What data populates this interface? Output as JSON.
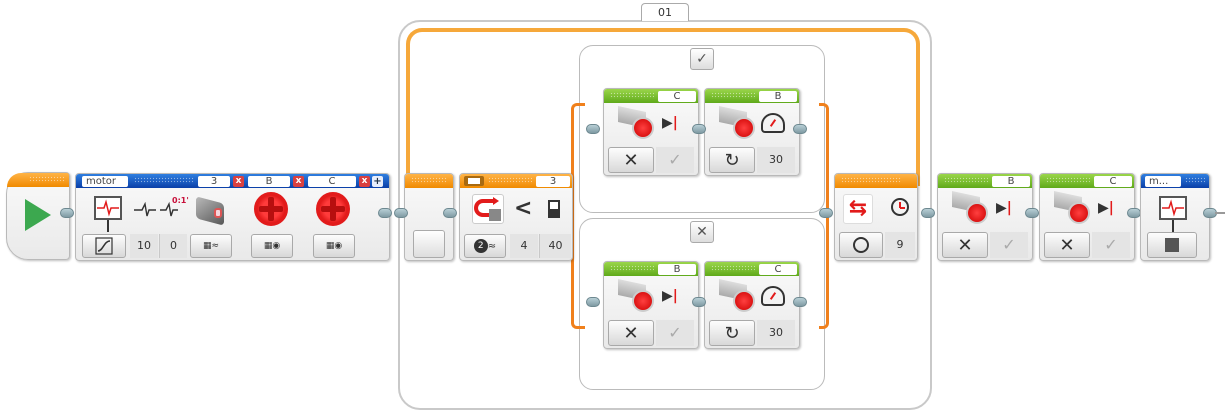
{
  "program": {
    "start_block": {
      "type": "start",
      "icon": "play-icon"
    },
    "blocks": [
      {
        "id": "sensor-block",
        "category": "data-operations",
        "header": {
          "name": "motor",
          "ports": [
            "3",
            "B",
            "C"
          ],
          "add_port": "+"
        },
        "mode_icon": "datalog-oscillation-icon",
        "inputs": [
          {
            "icon": "rate-icon",
            "value": "10"
          },
          {
            "icon": "duration-icon",
            "unit_label": "0:1'",
            "value": "0"
          }
        ],
        "sensors": [
          {
            "port": "3",
            "icon": "ultrasonic-sensor-icon",
            "mode_icon": "measure-distance-icon"
          },
          {
            "port": "B",
            "icon": "motor-rotation-icon",
            "mode_icon": "measure-degrees-icon"
          },
          {
            "port": "C",
            "icon": "motor-rotation-icon",
            "mode_icon": "measure-degrees-icon"
          }
        ]
      },
      {
        "id": "loop-block",
        "category": "flow-control",
        "loop_name": "01",
        "contents": [
          {
            "id": "switch-block",
            "category": "flow-control",
            "port": "3",
            "sensor_icon": "ultrasonic-compare-icon",
            "compare_icon": "less-than-icon",
            "compare_symbol": "<",
            "mode_icon": "distance-mode-icon",
            "inputs": [
              {
                "label": "compare-type",
                "value": "4"
              },
              {
                "label": "threshold",
                "value": "40"
              }
            ],
            "cases": [
              {
                "case_icon": "check-icon",
                "case_symbol": "✓",
                "blocks": [
                  {
                    "type": "medium-motor",
                    "port": "C",
                    "mode": "off",
                    "mode_symbol": "✕",
                    "brake": "✓"
                  },
                  {
                    "type": "medium-motor",
                    "port": "B",
                    "mode": "on",
                    "mode_symbol": "↻",
                    "power": "30"
                  }
                ]
              },
              {
                "case_icon": "cross-icon",
                "case_symbol": "✕",
                "blocks": [
                  {
                    "type": "medium-motor",
                    "port": "B",
                    "mode": "off",
                    "mode_symbol": "✕",
                    "brake": "✓"
                  },
                  {
                    "type": "medium-motor",
                    "port": "C",
                    "mode": "on",
                    "mode_symbol": "↻",
                    "power": "30"
                  }
                ]
              }
            ]
          }
        ],
        "exit": {
          "mode_icon": "timer-icon",
          "value": "9"
        }
      },
      {
        "id": "motor-stop-b",
        "category": "action",
        "type": "medium-motor",
        "port": "B",
        "mode_symbol": "✕",
        "brake": "✓"
      },
      {
        "id": "motor-stop-c",
        "category": "action",
        "type": "medium-motor",
        "port": "C",
        "mode_symbol": "✕",
        "brake": "✓"
      },
      {
        "id": "datalog-stop",
        "category": "data-operations",
        "header": {
          "name": "m..."
        },
        "mode_icon": "stop-icon"
      }
    ]
  },
  "colors": {
    "flow_orange": "#f39c1e",
    "action_green": "#7cc232",
    "data_blue": "#1455c6",
    "motor_red": "#e21b1b",
    "wire_orange": "#f0801c",
    "play_green": "#3ca84f"
  }
}
